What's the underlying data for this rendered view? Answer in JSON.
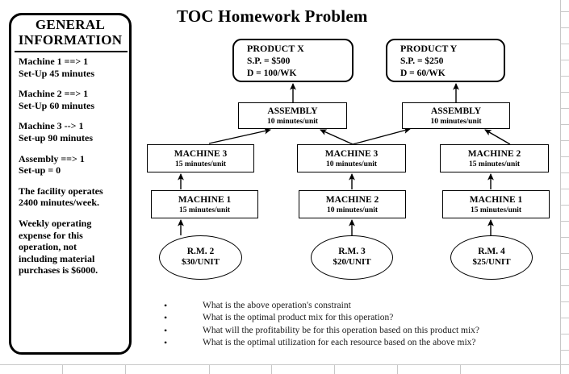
{
  "page_title": "TOC Homework Problem",
  "general_info": {
    "title_line1": "GENERAL",
    "title_line2": "INFORMATION",
    "blocks": [
      {
        "lines": [
          "Machine 1 ==> 1",
          "Set-Up 45 minutes"
        ]
      },
      {
        "lines": [
          "Machine 2 ==> 1",
          "Set-Up 60 minutes"
        ]
      },
      {
        "lines": [
          "Machine 3 --> 1",
          "Set-up 90 minutes"
        ]
      },
      {
        "lines": [
          "Assembly  ==> 1",
          "Set-up = 0"
        ]
      },
      {
        "lines": [
          "The facility operates",
          "2400 minutes/week."
        ]
      },
      {
        "lines": [
          "Weekly operating",
          "expense for this",
          "operation, not",
          "including  material",
          "purchases is $6000."
        ]
      }
    ]
  },
  "nodes": {
    "product_x": {
      "l1": "PRODUCT X",
      "l2": "S.P. = $500",
      "l3": "D = 100/WK"
    },
    "product_y": {
      "l1": "PRODUCT Y",
      "l2": "S.P. = $250",
      "l3": "D = 60/WK"
    },
    "assembly_x": {
      "l1": "ASSEMBLY",
      "l2": "10 minutes/unit"
    },
    "assembly_y": {
      "l1": "ASSEMBLY",
      "l2": "10 minutes/unit"
    },
    "machine_left_top": {
      "l1": "MACHINE 3",
      "l2": "15 minutes/unit"
    },
    "machine_left_bottom": {
      "l1": "MACHINE 1",
      "l2": "15 minutes/unit"
    },
    "machine_mid_top": {
      "l1": "MACHINE 3",
      "l2": "10 minutes/unit"
    },
    "machine_mid_bottom": {
      "l1": "MACHINE 2",
      "l2": "10 minutes/unit"
    },
    "machine_right_top": {
      "l1": "MACHINE 2",
      "l2": "15 minutes/unit"
    },
    "machine_right_bottom": {
      "l1": "MACHINE 1",
      "l2": "15 minutes/unit"
    },
    "rm_2": {
      "l1": "R.M. 2",
      "l2": "$30/UNIT"
    },
    "rm_3": {
      "l1": "R.M. 3",
      "l2": "$20/UNIT"
    },
    "rm_4": {
      "l1": "R.M. 4",
      "l2": "$25/UNIT"
    }
  },
  "questions": {
    "bullet": "•",
    "items": [
      "What is the above operation's constraint",
      "What is the optimal product mix  for this operation?",
      "What will  the profitability  be for this operation based on this product mix?",
      "What is the optimal  utilization  for each resource based on the above mix?"
    ]
  },
  "colors": {
    "ink": "#000000",
    "gridline": "#c8c8c8",
    "background": "#ffffff"
  }
}
